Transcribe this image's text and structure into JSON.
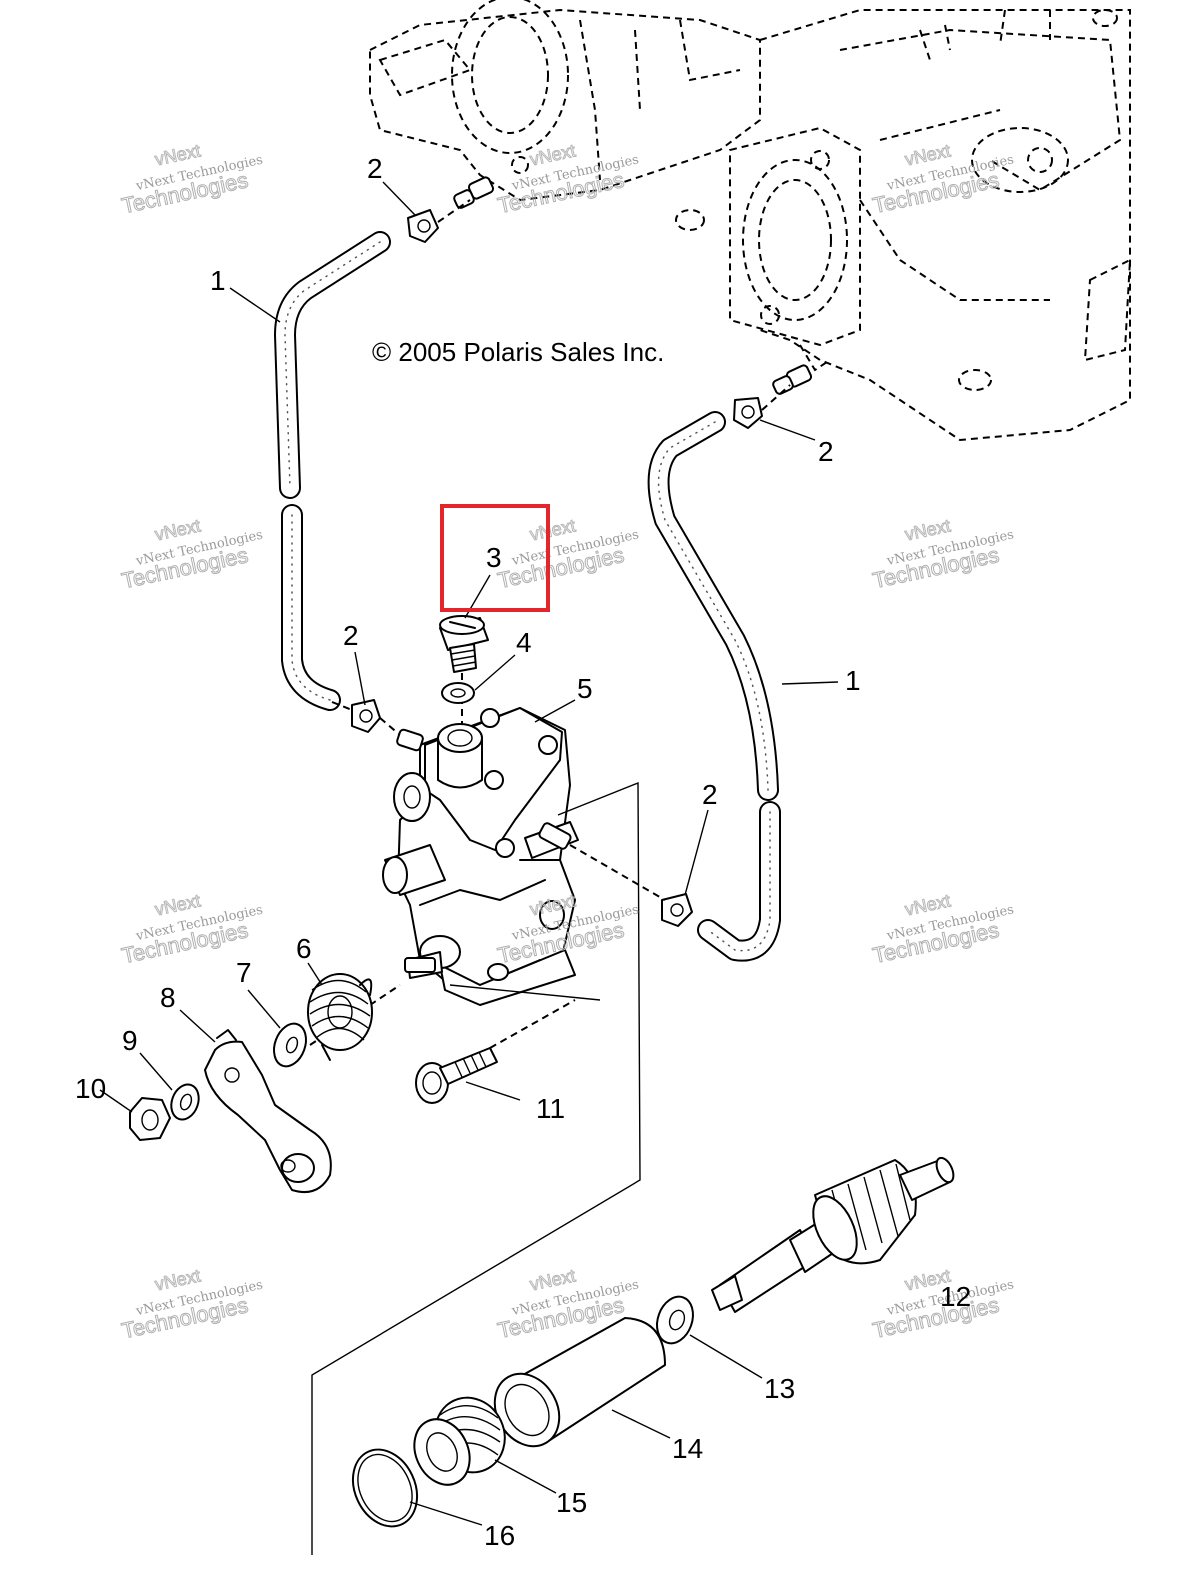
{
  "copyright": "© 2005 Polaris Sales Inc.",
  "watermark": {
    "line1": "vNext Technologies",
    "line2": "Technologies",
    "line3": "vNext"
  },
  "labels": {
    "l1a": "1",
    "l1b": "1",
    "l2a": "2",
    "l2b": "2",
    "l2c": "2",
    "l2d": "2",
    "l3": "3",
    "l4": "4",
    "l5": "5",
    "l6": "6",
    "l7": "7",
    "l8": "8",
    "l9": "9",
    "l10": "10",
    "l11": "11",
    "l12": "12",
    "l13": "13",
    "l14": "14",
    "l15": "15",
    "l16": "16"
  },
  "highlight": {
    "color": "#e3262c",
    "target": "3"
  }
}
